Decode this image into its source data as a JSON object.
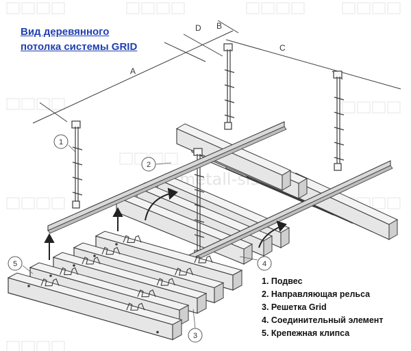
{
  "title": {
    "line1": "Вид деревянного",
    "line2": "потолка системы GRID",
    "color": "#1f3fb0"
  },
  "dimensions": [
    "A",
    "B",
    "C",
    "D"
  ],
  "callouts": [
    "1",
    "2",
    "3",
    "4",
    "5"
  ],
  "legend": [
    "1. Подвес",
    "2. Направляющая рельса",
    "3. Решетка Grid",
    "4. Соединительный элемент",
    "5. Крепежная клипса"
  ],
  "watermark": "metall-sis.ru",
  "colors": {
    "line": "#3a3a3a",
    "slat_top": "#f3f3f3",
    "slat_front": "#e6e6e6",
    "rail": "#d9d9d9"
  }
}
